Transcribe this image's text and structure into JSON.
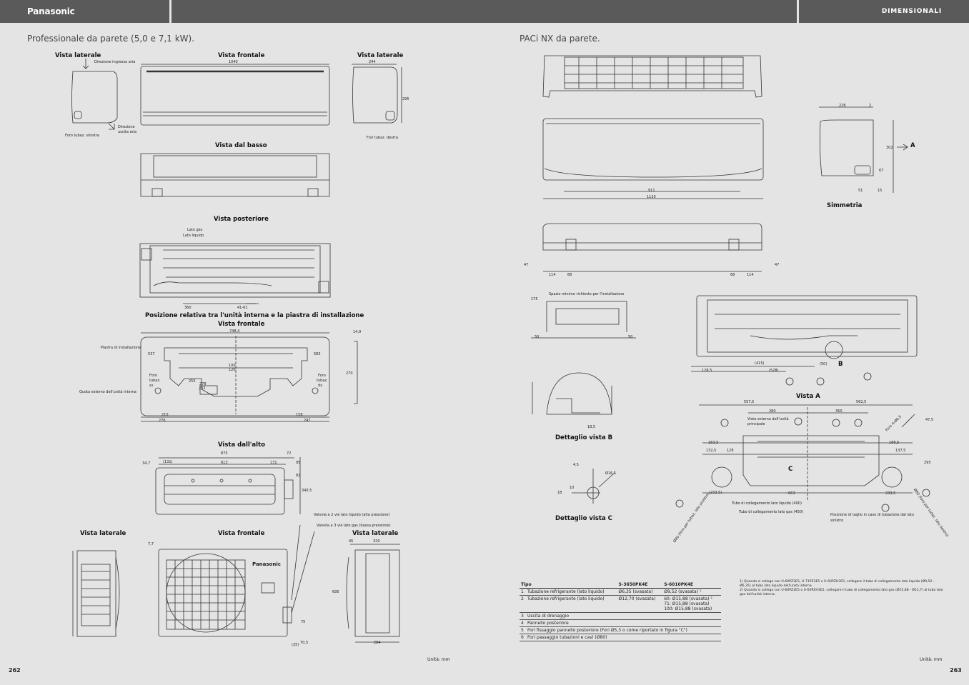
{
  "header": {
    "brand": "Panasonic",
    "section": "DIMENSIONALI"
  },
  "left": {
    "title": "Professionale da parete (5,0 e 7,1 kW).",
    "labels": {
      "side_left": "Vista laterale",
      "front": "Vista frontale",
      "side_right": "Vista laterale",
      "bottom": "Vista dal basso",
      "rear": "Vista posteriore",
      "relative": "Posizione relativa tra l'unità interna e la piastra di installazione",
      "front2": "Vista frontale",
      "top_view": "Vista dall'alto",
      "out_side_left": "Vista laterale",
      "out_front": "Vista frontale",
      "out_side_right": "Vista laterale"
    },
    "small": {
      "air_in": "Direzione ingresso aria",
      "air_out_1": "Direzione",
      "air_out_2": "uscita aria",
      "hole_left": "Foro tubaz. sinistra",
      "hole_right": "Fori tubaz. destra",
      "gas_side": "Lato gas",
      "liquid_side": "Lato liquido",
      "plate": "Piastra di installazione",
      "hole_sx_1": "Foro",
      "hole_sx_2": "tubaz.",
      "hole_sx_3": "sx",
      "hole_dx_1": "Foro",
      "hole_dx_2": "tubaz.",
      "hole_dx_3": "dx",
      "outer_quota": "Quota esterno dell'unità interna",
      "valve_liquid": "Valvola a 2 vie lato liquido (alta pressione)",
      "valve_gas": "Valvola a 3 vie lato gas (bassa pressione)",
      "brand_plate": "Panasonic"
    },
    "dims": {
      "d1040": "1040",
      "d244": "244",
      "d295": "295",
      "d360": "360",
      "d41_61": "41-61",
      "d748": "748,4",
      "d537": "537",
      "d583": "583",
      "d14_9": "14,9",
      "d270": "270",
      "d210": "210",
      "d276": "276",
      "d158": "158",
      "d247": "247",
      "d100": "100",
      "d120": "120",
      "d278": "278",
      "d255": "255",
      "d232": "232",
      "d875": "875",
      "d72": "72",
      "d34_7": "34,7",
      "d131a": "(131)",
      "d613": "613",
      "d131b": "131",
      "d95": "95",
      "d82": "82",
      "d340": "340,5",
      "d7_7": "7,7",
      "d45": "45",
      "d320": "320",
      "d695": "695",
      "d284": "284",
      "d75": "75",
      "d25": "(25)",
      "d70_5": "70,5"
    },
    "unit": "Unità: mm",
    "page_number": "262"
  },
  "right": {
    "title": "PACi NX da parete.",
    "labels": {
      "symmetry": "Simmetria",
      "detail_b": "Dettaglio vista B",
      "detail_c": "Dettaglio vista C",
      "view_a": "Vista A"
    },
    "small": {
      "min_space": "Spazio minimo richiesto per l'installazione",
      "outline_1": "Vista esterna dell'unità",
      "outline_2": "principale",
      "pipe_liquid": "Tubo di collegamento lato liquido (400)",
      "pipe_gas": "Tubo di collegamento lato gas (450)",
      "cut_1": "Posizione di taglio in caso di tubazione dal lato",
      "cut_2": "sinistro",
      "hole_label": "Foro 4-Ø6,5",
      "hole_left_pipe": "Ø80 (foro per tubaz. lato sinistro)",
      "hole_right_pipe": "Ø80 (foro per tubaz. lato destro)",
      "letter_a": "A",
      "letter_b": "B",
      "letter_c": "C"
    },
    "dims": {
      "d911": "911",
      "d1120": "1120",
      "d226": "226",
      "d2": "2",
      "d302": "302",
      "d51": "51",
      "d15": "15",
      "d67": "67",
      "d114a": "114",
      "d68a": "68",
      "d68b": "68",
      "d114b": "114",
      "d47a": "47",
      "d47b": "47",
      "d175": "175",
      "d50a": "50",
      "d50b": "50",
      "d18_5": "18,5",
      "d128_5": "128,5",
      "d415": "(415)",
      "d528": "(528)",
      "d50c": "(50)",
      "d557": "557,5",
      "d562": "562,5",
      "d280": "280",
      "d350": "350",
      "d163": "163,5",
      "d132": "132,5",
      "d128": "128",
      "d188": "188,5",
      "d137": "137,5",
      "d233a": "(233,5)",
      "d663": "663",
      "d233b": "233,5",
      "d47_5": "47,5",
      "d295": "295",
      "d4_5": "4,5",
      "d16_5": "Ø16,5",
      "d10": "10",
      "d18": "18"
    },
    "table": {
      "columns": [
        "Tipo",
        "S-3650PK4E",
        "S-6010PK4E"
      ],
      "rows": [
        {
          "n": "1",
          "desc": "Tubazione refrigerante (lato liquido)",
          "a": "Ø6,35 (svasata)",
          "b": "Ø9,52 (svasata) ¹"
        },
        {
          "n": "2",
          "desc": "Tubazione refrigerante (lato liquido)",
          "a": "Ø12,70 (svasata)",
          "b": "60: Ø15,88 (svasata) ²\n71: Ø15,88 (svasata)\n100: Ø15,88 (svasata)"
        },
        {
          "n": "3",
          "desc": "Uscita di drenaggio",
          "a": "",
          "b": ""
        },
        {
          "n": "4",
          "desc": "Pannello posteriore",
          "a": "",
          "b": ""
        },
        {
          "n": "5",
          "desc": "Fori fissaggio pannello posteriore (Fori Ø5,3 o come riportato in figura \"C\")",
          "a": "",
          "b": ""
        },
        {
          "n": "6",
          "desc": "Fori passaggio tubazioni e cavi (Ø80)",
          "a": "",
          "b": ""
        }
      ]
    },
    "notes": [
      "1) Quando si collega con U-60PZ3E5, U-71PZ3E5 o U-60PZH3E5, collegare il tubo di collegamento lato liquido (Ø9,52 - Ø6,35) al tubo lato liquido dell'unità interna.",
      "2) Quando si collega con U-60PZ3E5 o U-60PZH3E5, collegare il tubo di collegamento lato gas (Ø15,88 - Ø12,7) al tubo lato gas dell'unità interna."
    ],
    "unit": "Unità: mm",
    "page_number": "263"
  }
}
